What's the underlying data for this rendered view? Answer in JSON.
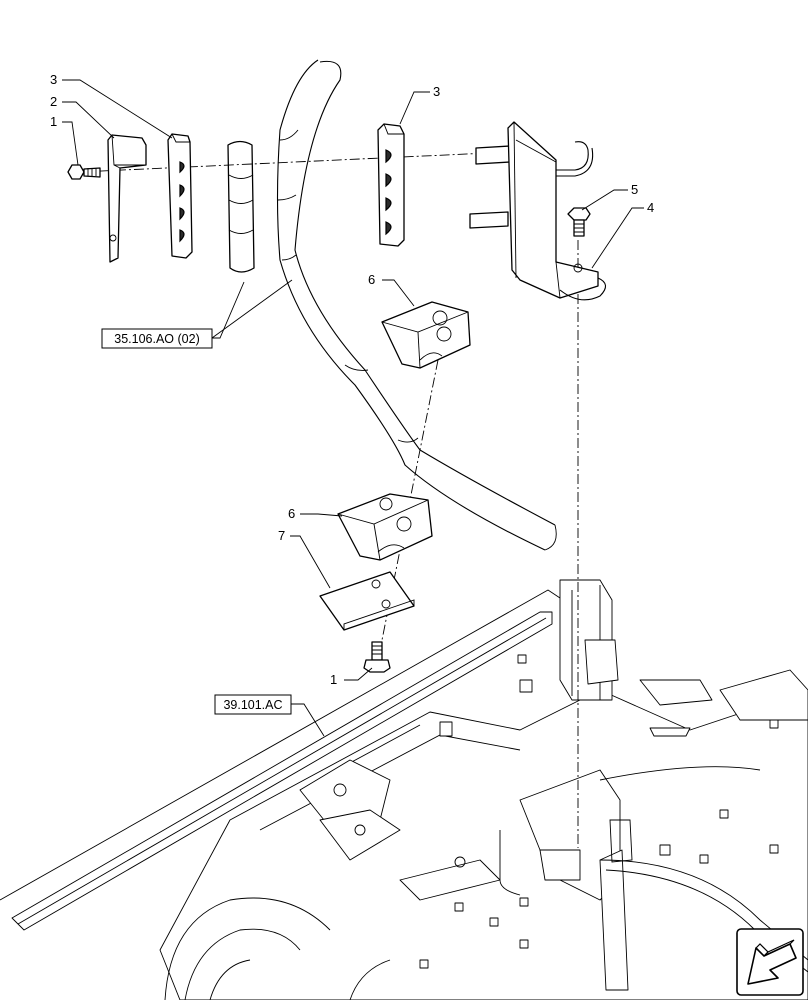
{
  "callouts": {
    "c1_top": "1",
    "c2": "2",
    "c3_left": "3",
    "c3_right": "3",
    "c4": "4",
    "c5": "5",
    "c6_upper": "6",
    "c6_lower": "6",
    "c7": "7",
    "c1_bottom": "1"
  },
  "references": {
    "hose_ref": "35.106.AO (02)",
    "frame_ref": "39.101.AC"
  },
  "nav": {
    "icon": "next-page-arrow-icon"
  }
}
